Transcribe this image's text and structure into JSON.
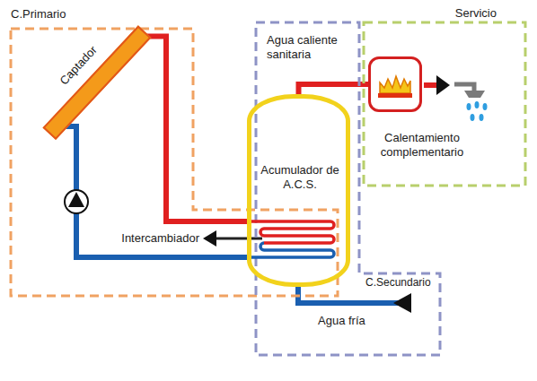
{
  "diagram": {
    "nodes": [
      {
        "text": [
          "C.Primario"
        ]
      },
      {
        "text": [
          "Captador"
        ],
        "in": 0
      },
      {
        "text": [
          "C.Secundario"
        ]
      },
      {
        "text": [
          "Acumulador de A.C.S."
        ],
        "in": 2
      },
      {
        "text": [
          "Servicio"
        ]
      },
      {
        "text": [
          "Calentamiento complementario"
        ],
        "in": 4
      }
    ],
    "edges": [
      {
        "from": 1,
        "to": 3,
        "arrow": "none"
      },
      {
        "from": 3,
        "to": 1,
        "arrow": "none"
      },
      {
        "from": 3,
        "to": 5,
        "arrow": "none"
      }
    ],
    "labels": [
      "Agua caliente sanitaria",
      "Intercambiador",
      "Agua fría"
    ]
  }
}
